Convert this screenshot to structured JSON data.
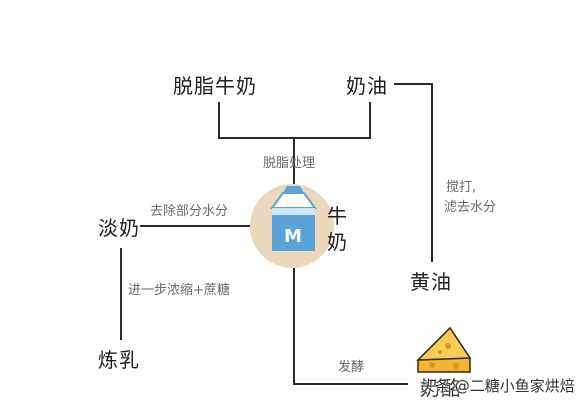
{
  "nodes": {
    "skim_milk": "脱脂牛奶",
    "cream": "奶油",
    "milk": "牛奶",
    "evaporated_milk": "淡奶",
    "condensed_milk": "炼乳",
    "butter": "黄油",
    "cheese": "奶酪"
  },
  "edges": {
    "defat": "脱脂处理",
    "remove_water": "去除部分水分",
    "concentrate": "进一步浓缩+蔗糖",
    "whip_line1": "搅打,",
    "whip_line2": "滤去水分",
    "ferment": "发酵"
  },
  "icons": {
    "milk_carton_letter": "M",
    "carton": "milk-carton-icon",
    "cheese": "cheese-icon"
  },
  "watermark": "头条 @二糖小鱼家烘焙",
  "colors": {
    "line": "#2a2a2a",
    "circle": "#e9d8bc",
    "carton_blue": "#5aa3d6",
    "carton_light": "#cfe5f5",
    "cheese": "#f2b632"
  }
}
